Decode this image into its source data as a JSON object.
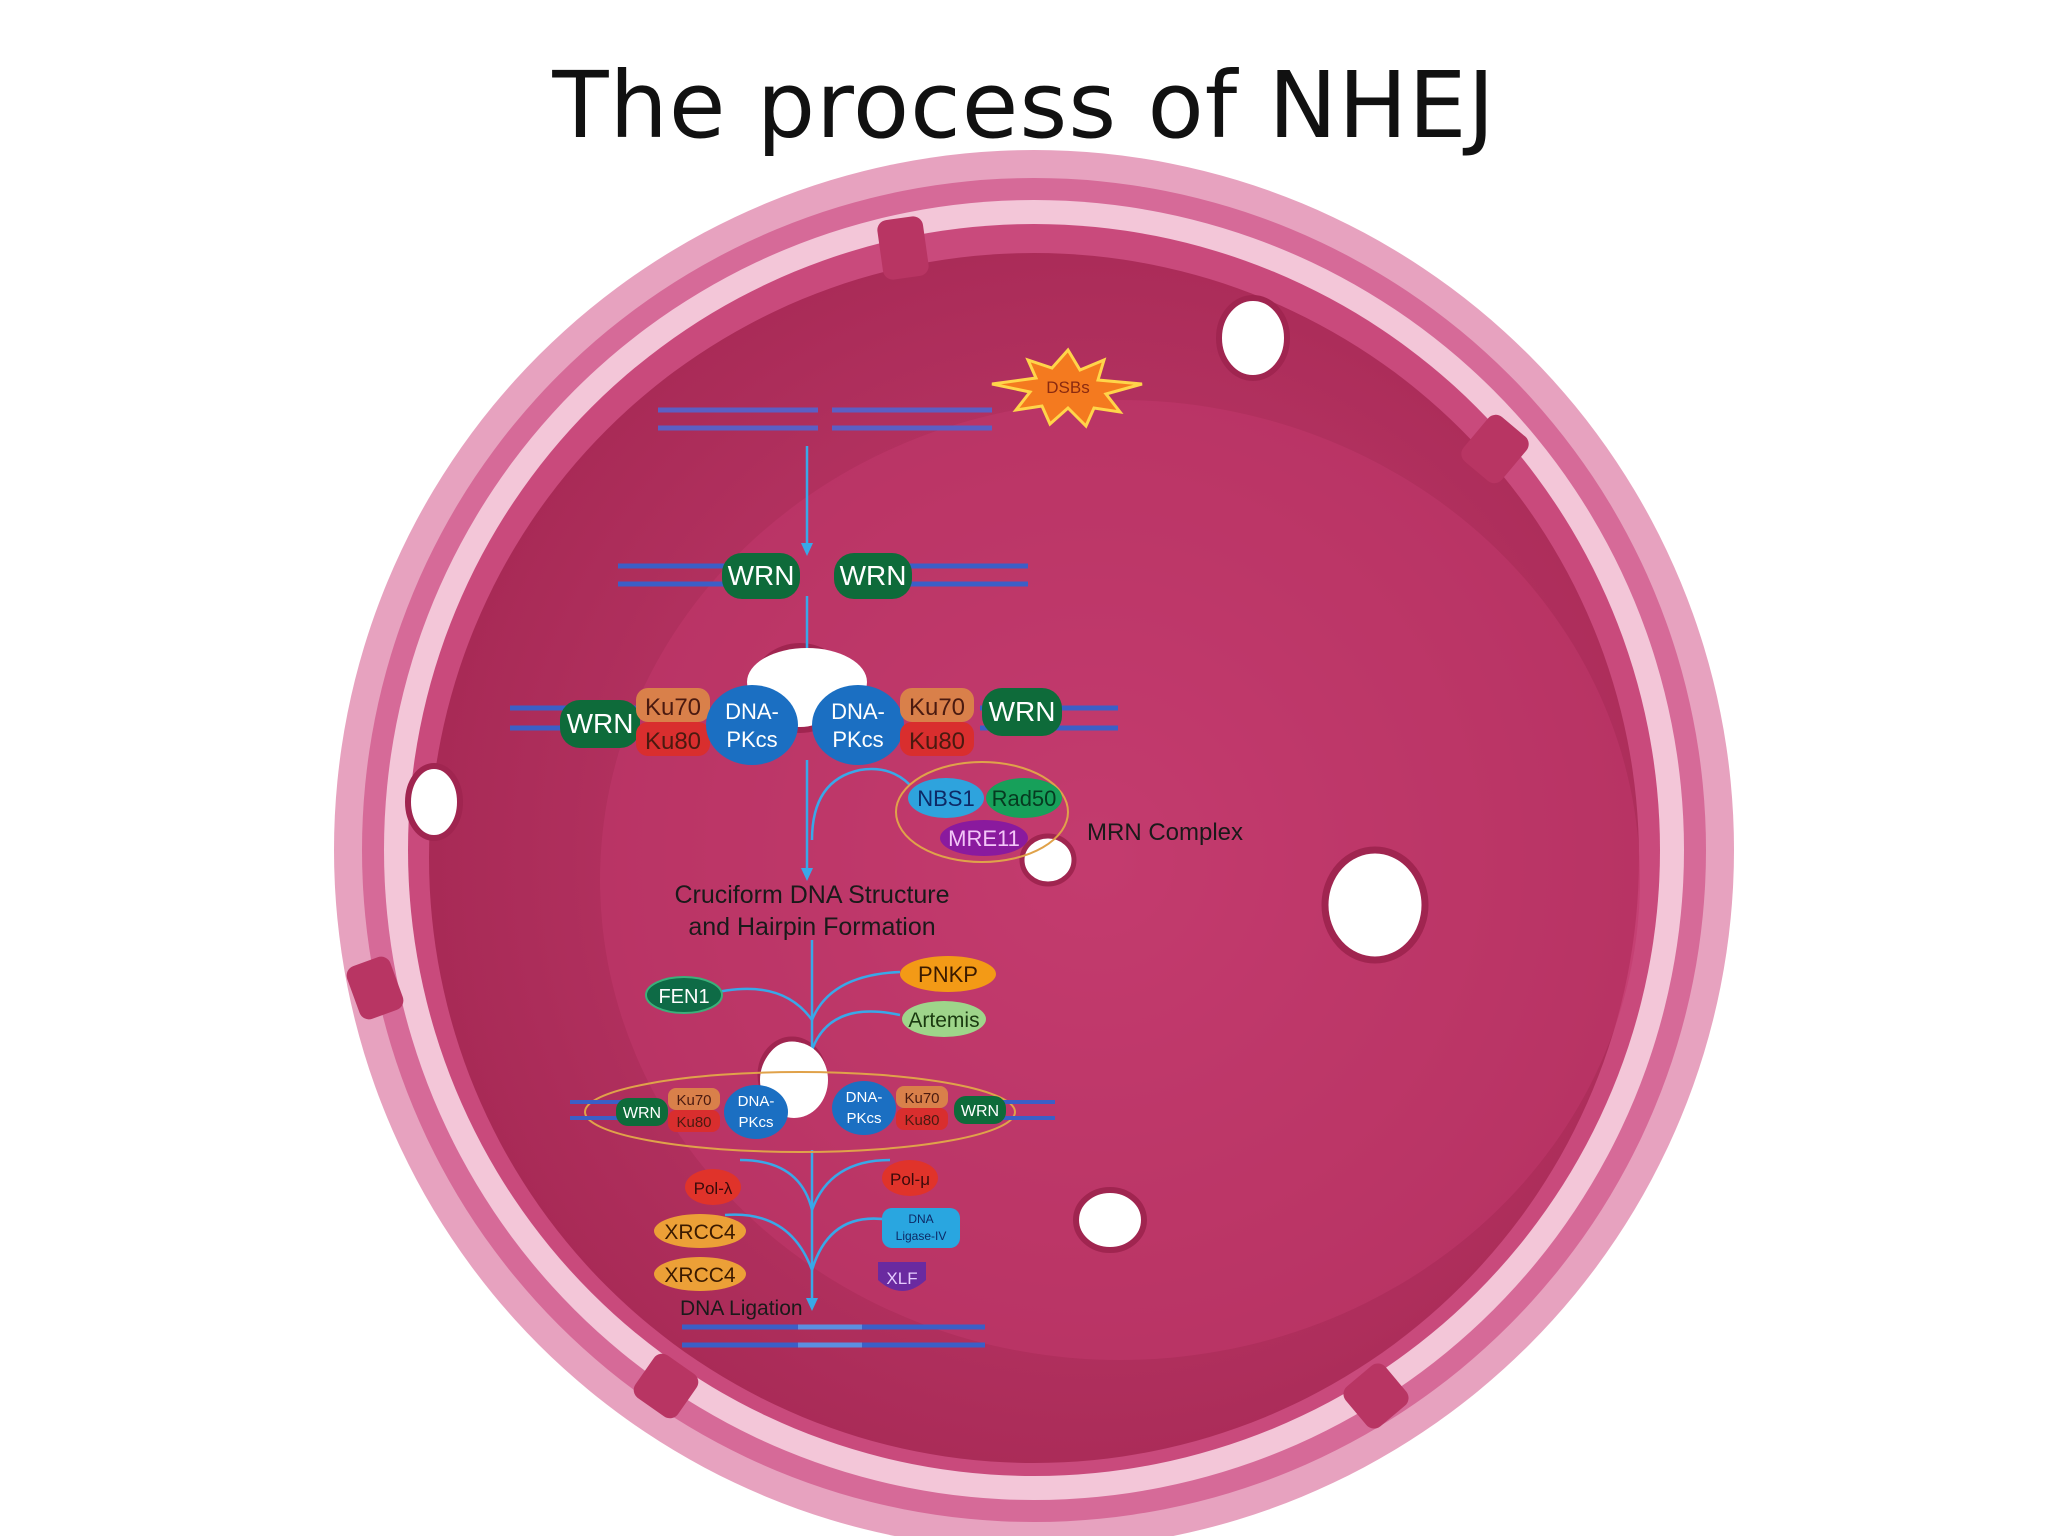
{
  "slide": {
    "title": "The process of NHEJ"
  },
  "colors": {
    "nucleus_fill": "#b83563",
    "nucleus_inner": "#c13b6d",
    "envelope": "#d96f9c",
    "envelope_light": "#f2c2d6",
    "dna": "#3b5fc7",
    "arrow": "#39a8e8",
    "wrn": "#0e6b3a",
    "ku70": "#d9804a",
    "ku80": "#d92e2e",
    "dnapkcs": "#1b6fc2",
    "nbs1": "#2ea3dd",
    "rad50": "#17a05a",
    "mre11": "#8a1a9e",
    "pnkp": "#f39a16",
    "artemis": "#9ed58a",
    "fen1": "#0e6b46",
    "pol": "#e0332a",
    "xrcc4": "#eca037",
    "ligase": "#29a6e0",
    "xlf": "#6a2aa0"
  },
  "labels": {
    "dsbs": "DSBs",
    "wrn": "WRN",
    "ku70": "Ku70",
    "ku80": "Ku80",
    "dnapkcs_top": "DNA-",
    "dnapkcs_bottom": "PKcs",
    "nbs1": "NBS1",
    "rad50": "Rad50",
    "mre11": "MRE11",
    "mrn_complex": "MRN Complex",
    "cruciform_line1": "Cruciform DNA Structure",
    "cruciform_line2": "and Hairpin Formation",
    "fen1": "FEN1",
    "pnkp": "PNKP",
    "artemis": "Artemis",
    "pol_lambda": "Pol-λ",
    "pol_mu": "Pol-μ",
    "xrcc4": "XRCC4",
    "ligase_line1": "DNA",
    "ligase_line2": "Ligase-IV",
    "xlf": "XLF",
    "dna_ligation": "DNA Ligation"
  }
}
